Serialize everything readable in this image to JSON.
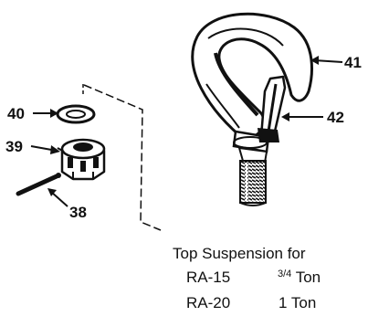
{
  "callouts": {
    "c41": "41",
    "c42": "42",
    "c40": "40",
    "c39": "39",
    "c38": "38"
  },
  "caption": {
    "title": "Top Suspension for",
    "rows": [
      {
        "model": "RA-15",
        "capacity_num": "3",
        "capacity_den": "/4",
        "capacity_unit": " Ton"
      },
      {
        "model": "RA-20",
        "capacity": "1 Ton"
      }
    ]
  },
  "colors": {
    "ink": "#111111",
    "paper": "#ffffff"
  }
}
